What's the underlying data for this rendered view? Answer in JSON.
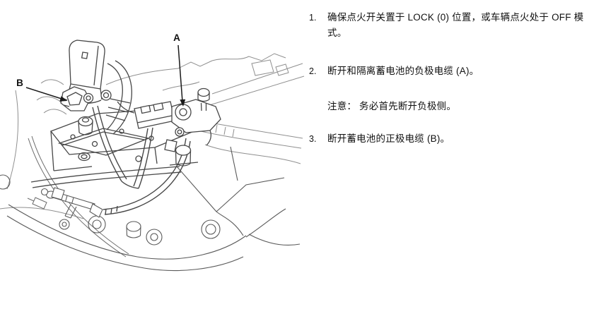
{
  "page": {
    "background": "#ffffff"
  },
  "diagram": {
    "labels": {
      "a": "A",
      "b": "B"
    }
  },
  "instructions": {
    "steps": [
      {
        "num": "1.",
        "text": "确保点火开关置于 LOCK (0) 位置，或车辆点火处于 OFF 模式。"
      },
      {
        "num": "2.",
        "text": "断开和隔离蓄电池的负极电缆 (A)。",
        "note": "注意： 务必首先断开负极侧。"
      },
      {
        "num": "3.",
        "text": "断开蓄电池的正极电缆 (B)。"
      }
    ]
  },
  "colors": {
    "text": "#111111",
    "line_main": "#474747",
    "line_light": "#8f8f8f",
    "arrow": "#1a1a1a"
  }
}
